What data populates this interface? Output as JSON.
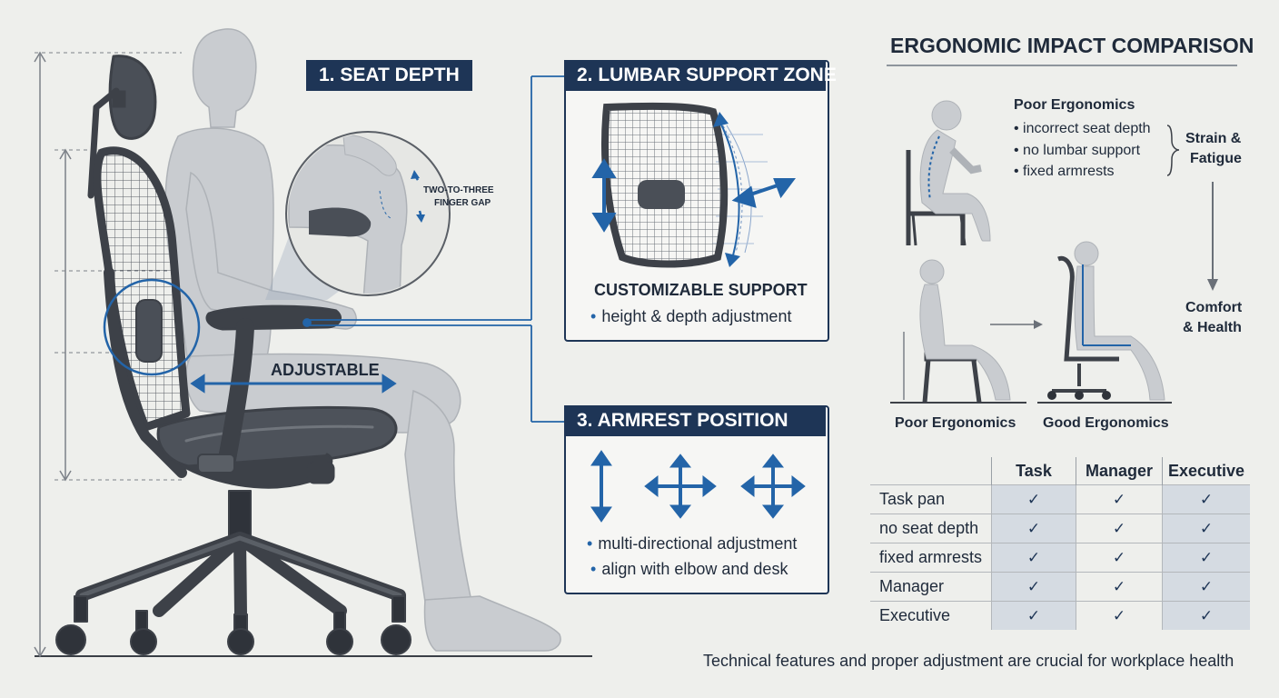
{
  "seat_depth": {
    "label": "1. SEAT DEPTH",
    "gap_note_line1": "TWO-TO-THREE",
    "gap_note_line2": "FINGER GAP",
    "adjustable": "ADJUSTABLE"
  },
  "lumbar": {
    "label": "2. LUMBAR SUPPORT ZONE",
    "heading": "CUSTOMIZABLE SUPPORT",
    "bullet": "height & depth adjustment"
  },
  "armrest": {
    "label": "3. ARMREST POSITION",
    "bullets": [
      "multi-directional adjustment",
      "align with elbow and desk"
    ]
  },
  "comparison": {
    "title": "ERGONOMIC IMPACT COMPARISON",
    "poor_heading": "Poor Ergonomics",
    "poor_items": [
      "incorrect seat depth",
      "no lumbar support",
      "fixed armrests"
    ],
    "outcome_bad_line1": "Strain &",
    "outcome_bad_line2": "Fatigue",
    "outcome_good_line1": "Comfort",
    "outcome_good_line2": "& Health",
    "caption_poor": "Poor Ergonomics",
    "caption_good": "Good Ergonomics"
  },
  "table": {
    "headers": [
      "",
      "Task",
      "Manager",
      "Executive"
    ],
    "rows": [
      {
        "label": "Task pan",
        "checks": [
          "✓",
          "✓",
          "✓"
        ]
      },
      {
        "label": "no seat depth",
        "checks": [
          "✓",
          "✓",
          "✓"
        ]
      },
      {
        "label": "fixed armrests",
        "checks": [
          "✓",
          "✓",
          "✓"
        ]
      },
      {
        "label": "Manager",
        "checks": [
          "✓",
          "✓",
          "✓"
        ]
      },
      {
        "label": "Executive",
        "checks": [
          "✓",
          "✓",
          "✓"
        ]
      }
    ]
  },
  "footer": "Technical features and proper adjustment are crucial for workplace health",
  "colors": {
    "navy": "#1e3556",
    "accent_blue": "#2364a8",
    "background": "#eeefec",
    "body_gray": "#c9ccd0",
    "chair_dark": "#3d4148"
  }
}
